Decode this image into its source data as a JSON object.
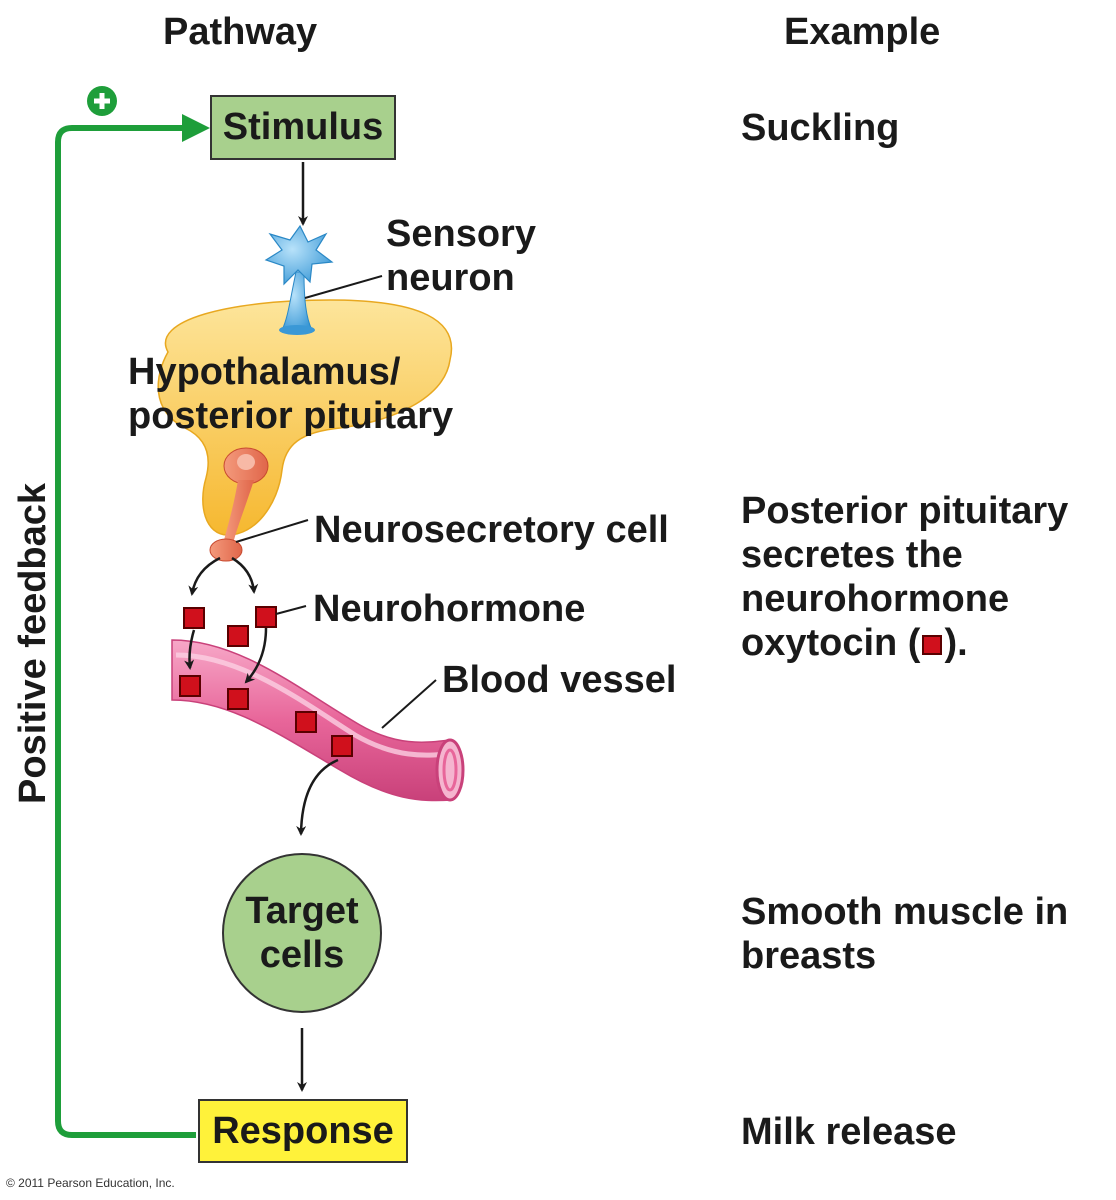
{
  "headers": {
    "pathway": "Pathway",
    "example": "Example"
  },
  "pathway": {
    "stimulus": "Stimulus",
    "sensory_neuron": [
      "Sensory",
      "neuron"
    ],
    "hypothalamus": [
      "Hypothalamus/",
      "posterior pituitary"
    ],
    "neurosecretory_cell": "Neurosecretory cell",
    "neurohormone": "Neurohormone",
    "blood_vessel": "Blood vessel",
    "target_cells": [
      "Target",
      "cells"
    ],
    "response": "Response"
  },
  "feedback": {
    "label": "Positive feedback",
    "sign": "+"
  },
  "examples": {
    "stimulus": "Suckling",
    "secretion": [
      "Posterior pituitary",
      "secretes the",
      "neurohormone"
    ],
    "secretion_tail_start": "oxytocin (",
    "secretion_tail_end": ").",
    "target": [
      "Smooth muscle in",
      "breasts"
    ],
    "response": "Milk release"
  },
  "copyright": "© 2011 Pearson Education, Inc.",
  "colors": {
    "stimulus_box": "#a8d08d",
    "response_box": "#fff23a",
    "target_circle": "#a8d08d",
    "feedback_arrow": "#1e9e3a",
    "neuron": "#4aa8e0",
    "gland": "#f9c94c",
    "neurosecretory": "#f08060",
    "vessel": "#e8669a",
    "hormone": "#d0101c"
  }
}
